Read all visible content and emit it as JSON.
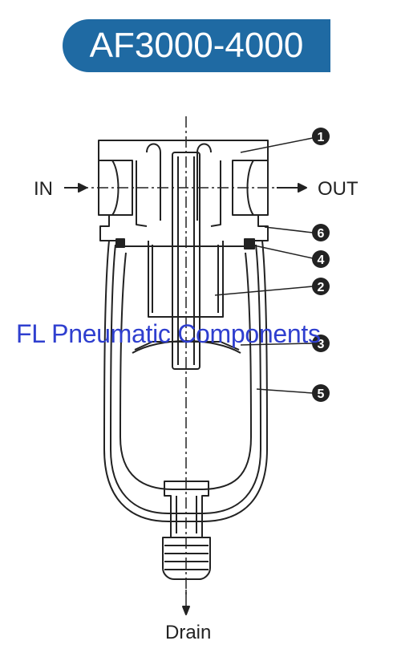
{
  "title": "AF3000-4000",
  "labels": {
    "in": "IN",
    "out": "OUT",
    "drain": "Drain"
  },
  "callouts": [
    "1",
    "6",
    "4",
    "2",
    "3",
    "5"
  ],
  "watermark": "FL Pneumatic Components",
  "colors": {
    "title_bg": "#1f6aa3",
    "title_text": "#ffffff",
    "watermark": "#2f3fcf",
    "line": "#222222"
  }
}
